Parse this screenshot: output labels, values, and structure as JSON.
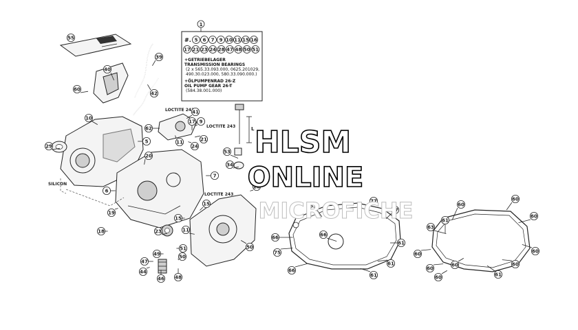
{
  "watermark": {
    "line1": "HLSM",
    "line2": "ONLINE",
    "line3": "MICROFICHE"
  },
  "legend": {
    "header_number": "1",
    "hash": "#.",
    "row1": [
      "5",
      "6",
      "7",
      "9",
      "10",
      "11",
      "15",
      "16"
    ],
    "row2": [
      "17",
      "21",
      "23",
      "24",
      "28",
      "47",
      "48",
      "50",
      "51"
    ],
    "bearings_de": "+GETRIEBELAGER",
    "bearings_en": "TRANSMISSION BEARINGS",
    "bearings_parts_1": "(2 x 565.33.093.000, 0625.201029,",
    "bearings_parts_2": "490.30.023.000, 580.33.090.000.)",
    "oilpump_de": "+ÖLPUMPENRAD 26-Z",
    "oilpump_en": "OIL PUMP GEAR 26-T",
    "oilpump_part": "(584.38.001.000)"
  },
  "labels": {
    "loctite_1": "LOCTITE 243",
    "loctite_2": "LOCTITE 243",
    "loctite_3": "LOCTITE 243",
    "silicon": "SILICON",
    "dim_l": "L"
  },
  "callouts": [
    "55",
    "39",
    "40",
    "42",
    "60",
    "41",
    "10",
    "17",
    "9",
    "62",
    "21",
    "11",
    "24",
    "5",
    "29",
    "20",
    "53",
    "7",
    "34",
    "6",
    "28",
    "15",
    "19",
    "18",
    "23",
    "15",
    "11",
    "50",
    "51",
    "49",
    "50",
    "47",
    "44",
    "46",
    "48",
    "63",
    "77",
    "77",
    "66",
    "66",
    "61",
    "75",
    "61",
    "66",
    "61",
    "60",
    "60",
    "63",
    "61",
    "60",
    "60",
    "60",
    "60",
    "60",
    "61",
    "60",
    "60"
  ],
  "colors": {
    "ink": "#222222",
    "paper": "#ffffff",
    "part_fill": "#f4f4f4",
    "part_shade": "#cfcfcf"
  }
}
